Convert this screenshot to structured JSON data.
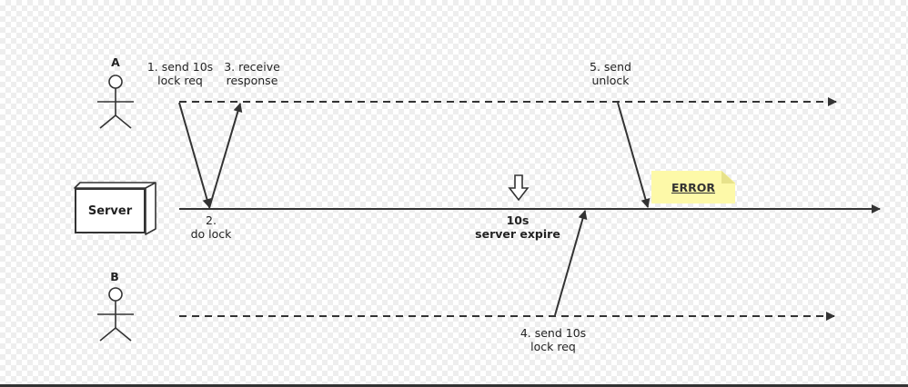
{
  "actors": [
    {
      "id": "a",
      "name": "A"
    },
    {
      "id": "b",
      "name": "B"
    }
  ],
  "server": {
    "label": "Server"
  },
  "steps": {
    "step1": {
      "line1": "1. send 10s",
      "line2": "lock req"
    },
    "step2": {
      "line1": "2.",
      "line2": "do lock"
    },
    "step3": {
      "line1": "3. receive",
      "line2": "response"
    },
    "step4": {
      "line1": "4. send 10s",
      "line2": "lock req"
    },
    "step5": {
      "line1": "5. send",
      "line2": "unlock"
    }
  },
  "expire": {
    "line1": "10s",
    "line2": "server expire"
  },
  "note": {
    "text": "ERROR"
  },
  "colors": {
    "line": "#333333",
    "note_bg": "#fdf9a8",
    "note_fold": "#e7e28a"
  }
}
